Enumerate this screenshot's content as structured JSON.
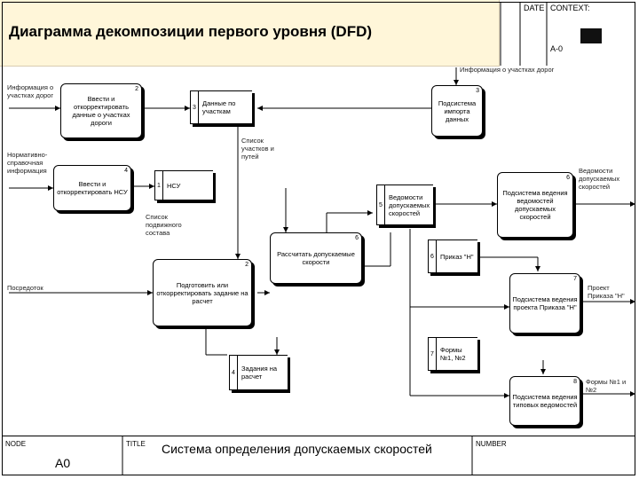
{
  "header": {
    "title": "Диаграмма декомпозиции первого уровня (DFD)",
    "date_label": "DATE",
    "context_label": "CONTEXT:",
    "context_node": "A-0"
  },
  "footer": {
    "node_label": "NODE",
    "node_value": "A0",
    "title_label": "TITLE",
    "title_value": "Система определения допускаемых скоростей",
    "number_label": "NUMBER"
  },
  "processes": [
    {
      "num": "2",
      "text": "Ввести и откорректировать данные о участках дороги"
    },
    {
      "num": "3",
      "text": "Подсистема импорта данных"
    },
    {
      "num": "4",
      "text": "Ввести и откорректировать НСУ"
    },
    {
      "num": "6",
      "text": "Подсистема ведения ведомостей допускаемых скоростей"
    },
    {
      "num": "6",
      "text": "Рассчитать допускаемые скорости"
    },
    {
      "num": "2",
      "text": "Подготовить или откорректировать задание на расчет"
    },
    {
      "num": "7",
      "text": "Подсистема ведения проекта Приказа \"Н\""
    },
    {
      "num": "8",
      "text": "Подсистема ведения типовых ведомостей"
    }
  ],
  "stores": [
    {
      "id": "3",
      "text": "Данные по участкам"
    },
    {
      "id": "1",
      "text": "НСУ"
    },
    {
      "id": "5",
      "text": "Ведомости допускаемых скоростей"
    },
    {
      "id": "6",
      "text": "Приказ \"Н\""
    },
    {
      "id": "7",
      "text": "Формы №1, №2"
    },
    {
      "id": "4",
      "text": "Задания на расчет"
    }
  ],
  "flows": {
    "info_sections": "Информация о участках дорог",
    "norm_ref": "Нормативно-справочная информация",
    "external_info": "Информация о участках дорог",
    "sections_list": "Список участков и путей",
    "rolling_stock": "Список подвижного состава",
    "source_label": "Посредоток",
    "out_vedomosti": "Ведомости допускаемых скоростей",
    "out_prikaz": "Проект Приказа \"Н\"",
    "out_forms": "Формы №1 и №2"
  }
}
